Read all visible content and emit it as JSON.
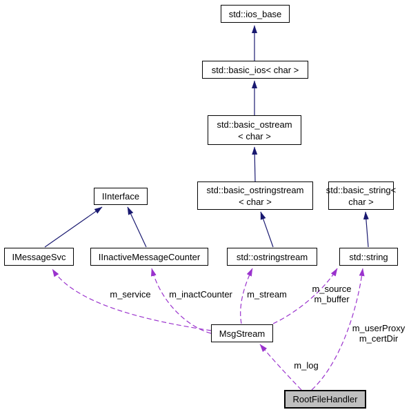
{
  "colors": {
    "background": "#ffffff",
    "text": "#000000",
    "node_border": "#000000",
    "node_fill": "#ffffff",
    "highlight_fill": "#bfbfbf",
    "inheritance_edge": "#191970",
    "usage_edge": "#9a32cd"
  },
  "nodes": [
    {
      "id": "ios-base",
      "label": "std::ios_base"
    },
    {
      "id": "basic-ios",
      "label": "std::basic_ios< char >"
    },
    {
      "id": "basic-ostream",
      "label": "std::basic_ostream\n< char >"
    },
    {
      "id": "iinterface",
      "label": "IInterface"
    },
    {
      "id": "basic-ostringstream",
      "label": "std::basic_ostringstream\n< char >"
    },
    {
      "id": "basic-string",
      "label": "std::basic_string<\nchar >"
    },
    {
      "id": "imessagesvc",
      "label": "IMessageSvc"
    },
    {
      "id": "iinactivemessagecounter",
      "label": "IInactiveMessageCounter"
    },
    {
      "id": "ostringstream",
      "label": "std::ostringstream"
    },
    {
      "id": "string",
      "label": "std::string"
    },
    {
      "id": "msgstream",
      "label": "MsgStream"
    },
    {
      "id": "rootfilehandler",
      "label": "RootFileHandler",
      "highlighted": true
    }
  ],
  "edge_labels": {
    "m_service": "m_service",
    "m_inactCounter": "m_inactCounter",
    "m_stream": "m_stream",
    "m_source_buffer": "m_source\nm_buffer",
    "m_userProxy_certDir": "m_userProxy\nm_certDir",
    "m_log": "m_log"
  }
}
